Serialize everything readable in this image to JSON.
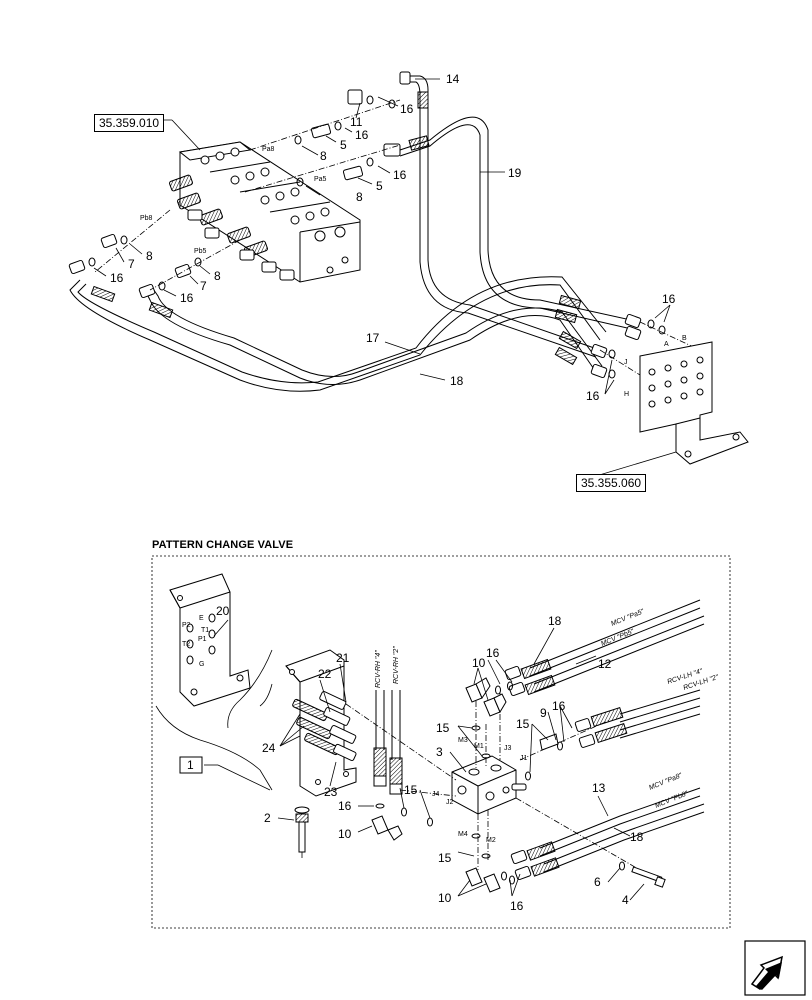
{
  "refs": {
    "top_ref": "35.359.010",
    "bottom_ref": "35.355.060"
  },
  "section": {
    "title": "PATTERN CHANGE VALVE",
    "kit_label": "1"
  },
  "top_callouts": {
    "c14": "14",
    "c16a": "16",
    "c11": "11",
    "c16b": "16",
    "c5a": "5",
    "c8a": "8",
    "c16c": "16",
    "c5b": "5",
    "c8b": "8",
    "c19": "19",
    "c8c": "8",
    "c7a": "7",
    "c16d": "16",
    "c8d": "8",
    "c7b": "7",
    "c16e": "16",
    "c17": "17",
    "c18": "18",
    "c16f": "16",
    "c16g": "16"
  },
  "top_ports": {
    "pa8": "Pa8",
    "pa5": "Pa5",
    "pb8": "Pb8",
    "pb5": "Pb5",
    "B": "B",
    "A": "A",
    "J": "J",
    "H": "H"
  },
  "bottom_callouts": {
    "c20": "20",
    "c21": "21",
    "c22": "22",
    "c24": "24",
    "c23": "23",
    "c2": "2",
    "c18a": "18",
    "c16a": "16",
    "c10a": "10",
    "c12": "12",
    "c15a": "15",
    "c3": "3",
    "c15b": "15",
    "c9": "9",
    "c16b": "16",
    "c16c": "16",
    "c10b": "10",
    "c15c": "15",
    "c13": "13",
    "c18b": "18",
    "c15d": "15",
    "c10c": "10",
    "c16d": "16",
    "c6": "6",
    "c4": "4"
  },
  "bracket_ports": {
    "p2": "P2",
    "e": "E",
    "t2": "T2",
    "t1": "T1",
    "p1": "P1",
    "g": "G"
  },
  "valve_ports": {
    "m3": "M3",
    "m1": "M1",
    "j3": "J3",
    "j1": "J1",
    "j4": "J4",
    "j2": "J2",
    "m4": "M4",
    "m2": "M2"
  },
  "hose_tags": {
    "mcv_pb5": "MCV \"Pb5\"",
    "mcv_pa5": "MCV \"Pa5\"",
    "rcv_lh4": "RCV-LH \"4\"",
    "rcv_lh2": "RCV-LH \"2\"",
    "mcv_pa8": "MCV \"Pa8\"",
    "mcv_pb8": "MCV \"Pb8\"",
    "rcv_rh4": "RCV-RH \"4\"",
    "rcv_rh2": "RCV-RH \"2\""
  },
  "nav": {
    "icon": "next-page-arrow-icon"
  }
}
